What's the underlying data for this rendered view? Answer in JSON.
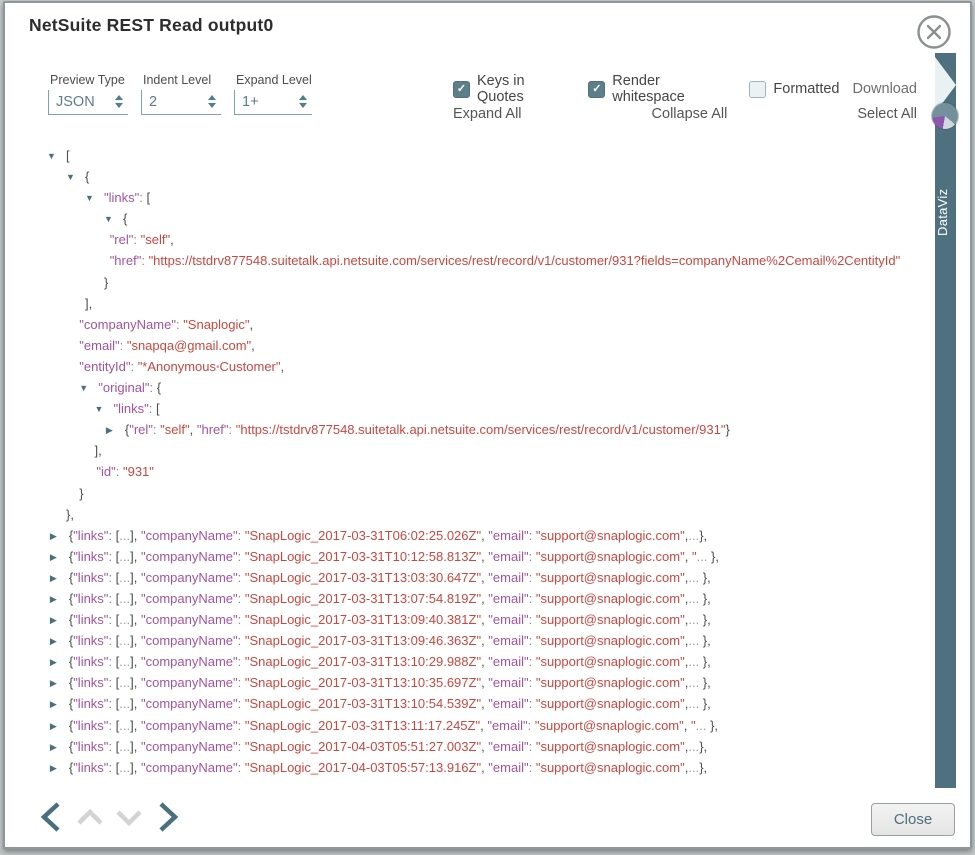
{
  "dialog": {
    "title": "NetSuite REST Read output0"
  },
  "controls": {
    "preview_type": {
      "label": "Preview Type",
      "value": "JSON"
    },
    "indent_level": {
      "label": "Indent Level",
      "value": "2"
    },
    "expand_level": {
      "label": "Expand Level",
      "value": "1+"
    }
  },
  "options": {
    "keys_in_quotes": {
      "label": "Keys in Quotes",
      "checked": true
    },
    "render_whitespace": {
      "label": "Render whitespace",
      "checked": true
    },
    "formatted": {
      "label": "Formatted",
      "checked": false
    },
    "download_label": "Download",
    "expand_all": "Expand All",
    "collapse_all": "Collapse All",
    "select_all": "Select All"
  },
  "dataviz_tab": {
    "label": "DataViz"
  },
  "footer": {
    "close_label": "Close"
  },
  "colors": {
    "accent": "#48707e",
    "json_key": "#a3539e",
    "json_string": "#c8473f",
    "tab_bar": "#4f707e",
    "pie_purple": "#8d56ad"
  },
  "icons": {
    "close": "circle-x-icon",
    "dataviz": "pie-chart-icon",
    "nav": [
      "chevron-left",
      "chevron-up",
      "chevron-down",
      "chevron-right"
    ]
  },
  "tree": {
    "row_email": "support@snaplogic.com",
    "row_ind": 0.15,
    "lines": [
      {
        "a": "d",
        "ind": 0,
        "toks": [
          [
            "p",
            "["
          ]
        ]
      },
      {
        "a": "d",
        "ind": 1,
        "toks": [
          [
            "p",
            "{"
          ]
        ]
      },
      {
        "a": "d",
        "ind": 2,
        "toks": [
          [
            "k",
            "\"links\""
          ],
          [
            "c",
            ": "
          ],
          [
            "p",
            "["
          ]
        ]
      },
      {
        "a": "d",
        "ind": 3,
        "toks": [
          [
            "p",
            "{"
          ]
        ]
      },
      {
        "a": "",
        "ind": 3.3,
        "toks": [
          [
            "k",
            "\"rel\""
          ],
          [
            "c",
            ": "
          ],
          [
            "s",
            "\"self\""
          ],
          [
            "p",
            ","
          ]
        ]
      },
      {
        "a": "",
        "ind": 3.3,
        "toks": [
          [
            "k",
            "\"href\""
          ],
          [
            "c",
            ": "
          ],
          [
            "s",
            "\"https://tstdrv877548.suitetalk.api.netsuite.com/services/rest/record/v1/customer/931?fields=companyName%2Cemail%2CentityId\""
          ]
        ]
      },
      {
        "a": "",
        "ind": 3,
        "toks": [
          [
            "p",
            "}"
          ]
        ]
      },
      {
        "a": "",
        "ind": 2,
        "toks": [
          [
            "p",
            "],"
          ]
        ]
      },
      {
        "a": "",
        "ind": 1.7,
        "toks": [
          [
            "k",
            "\"companyName\""
          ],
          [
            "c",
            ": "
          ],
          [
            "s",
            "\"Snaplogic\""
          ],
          [
            "p",
            ","
          ]
        ]
      },
      {
        "a": "",
        "ind": 1.7,
        "toks": [
          [
            "k",
            "\"email\""
          ],
          [
            "c",
            ": "
          ],
          [
            "s",
            "\"snapqa@gmail.com\""
          ],
          [
            "p",
            ","
          ]
        ]
      },
      {
        "a": "",
        "ind": 1.7,
        "toks": [
          [
            "k",
            "\"entityId\""
          ],
          [
            "c",
            ": "
          ],
          [
            "s",
            "\"*Anonymous"
          ],
          [
            "w",
            "•"
          ],
          [
            "s",
            "Customer\""
          ],
          [
            "p",
            ","
          ]
        ]
      },
      {
        "a": "d",
        "ind": 1.7,
        "toks": [
          [
            "k",
            "\"original\""
          ],
          [
            "c",
            ": "
          ],
          [
            "p",
            "{"
          ]
        ]
      },
      {
        "a": "d",
        "ind": 2.5,
        "toks": [
          [
            "k",
            "\"links\""
          ],
          [
            "c",
            ": "
          ],
          [
            "p",
            "["
          ]
        ]
      },
      {
        "a": "r",
        "ind": 3.1,
        "toks": [
          [
            "p",
            "{"
          ],
          [
            "k",
            "\"rel\""
          ],
          [
            "c",
            ": "
          ],
          [
            "s",
            "\"self\""
          ],
          [
            "p",
            ", "
          ],
          [
            "k",
            "\"href\""
          ],
          [
            "c",
            ": "
          ],
          [
            "s",
            "\"https://tstdrv877548.suitetalk.api.netsuite.com/services/rest/record/v1/customer/931\""
          ],
          [
            "p",
            "}"
          ]
        ]
      },
      {
        "a": "",
        "ind": 2.5,
        "toks": [
          [
            "p",
            "],"
          ]
        ]
      },
      {
        "a": "",
        "ind": 2.6,
        "toks": [
          [
            "k",
            "\"id\""
          ],
          [
            "c",
            ": "
          ],
          [
            "s",
            "\"931\""
          ]
        ]
      },
      {
        "a": "",
        "ind": 1.7,
        "toks": [
          [
            "p",
            "}"
          ]
        ]
      },
      {
        "a": "",
        "ind": 1,
        "toks": [
          [
            "p",
            "},"
          ]
        ]
      }
    ],
    "rows": [
      {
        "ts": "SnapLogic_2017-03-31T06:02:25.026Z",
        "tail": "a"
      },
      {
        "ts": "SnapLogic_2017-03-31T10:12:58.813Z",
        "tail": "b"
      },
      {
        "ts": "SnapLogic_2017-03-31T13:03:30.647Z",
        "tail": "c"
      },
      {
        "ts": "SnapLogic_2017-03-31T13:07:54.819Z",
        "tail": "c"
      },
      {
        "ts": "SnapLogic_2017-03-31T13:09:40.381Z",
        "tail": "c"
      },
      {
        "ts": "SnapLogic_2017-03-31T13:09:46.363Z",
        "tail": "c"
      },
      {
        "ts": "SnapLogic_2017-03-31T13:10:29.988Z",
        "tail": "c"
      },
      {
        "ts": "SnapLogic_2017-03-31T13:10:35.697Z",
        "tail": "c"
      },
      {
        "ts": "SnapLogic_2017-03-31T13:10:54.539Z",
        "tail": "c"
      },
      {
        "ts": "SnapLogic_2017-03-31T13:11:17.245Z",
        "tail": "b"
      },
      {
        "ts": "SnapLogic_2017-04-03T05:51:27.003Z",
        "tail": "a"
      },
      {
        "ts": "SnapLogic_2017-04-03T05:57:13.916Z",
        "tail": "a"
      }
    ]
  }
}
